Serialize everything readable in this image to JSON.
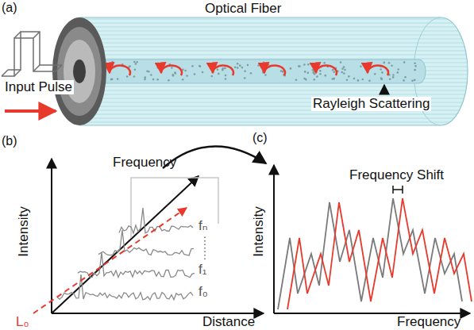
{
  "diagram": {
    "labels": [
      "(a)",
      "Optical Fiber",
      "Input Pulse",
      "Rayleigh Scattering",
      "(b)",
      "Frequency",
      "Intensity",
      "Distance",
      "fₙ",
      "f₁",
      "f₀",
      "L₀",
      "(c)",
      "Intensity",
      "Frequency Shift",
      "Frequency"
    ]
  }
}
